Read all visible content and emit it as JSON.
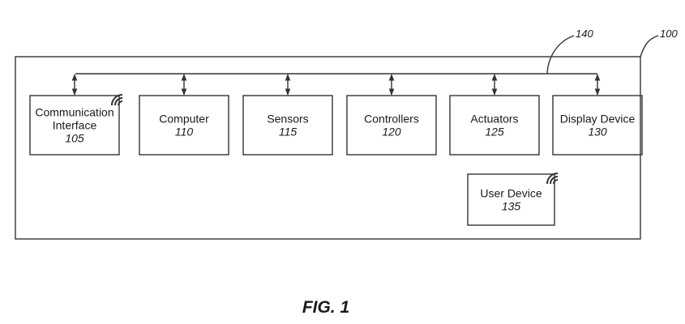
{
  "system": {
    "ref": "100"
  },
  "bus": {
    "ref": "140"
  },
  "blocks": [
    {
      "id": "communication-interface",
      "lines": [
        "Communication",
        "Interface"
      ],
      "ref": "105",
      "wireless": true
    },
    {
      "id": "computer",
      "lines": [
        "Computer"
      ],
      "ref": "110",
      "wireless": false
    },
    {
      "id": "sensors",
      "lines": [
        "Sensors"
      ],
      "ref": "115",
      "wireless": false
    },
    {
      "id": "controllers",
      "lines": [
        "Controllers"
      ],
      "ref": "120",
      "wireless": false
    },
    {
      "id": "actuators",
      "lines": [
        "Actuators"
      ],
      "ref": "125",
      "wireless": false
    },
    {
      "id": "display-device",
      "lines": [
        "Display Device"
      ],
      "ref": "130",
      "wireless": false
    }
  ],
  "user_device": {
    "lines": [
      "User Device"
    ],
    "ref": "135",
    "wireless": true
  },
  "figure": {
    "label": "FIG. 1"
  }
}
